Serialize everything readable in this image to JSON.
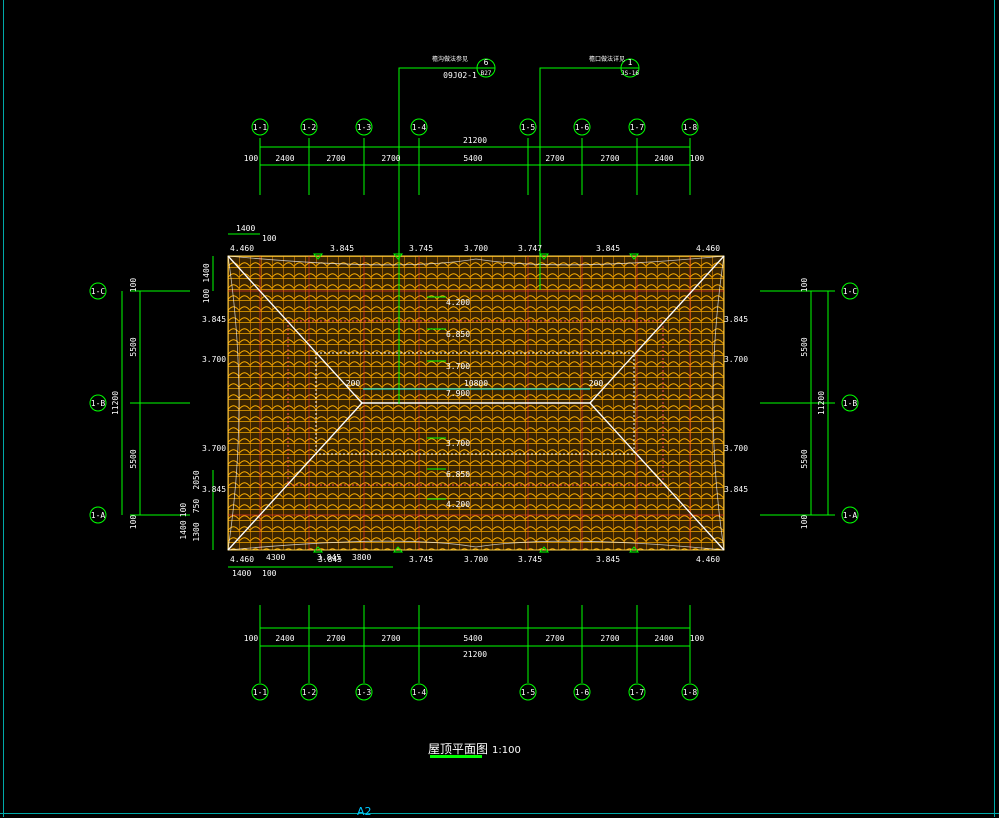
{
  "title": {
    "main": "屋顶平面图",
    "scale": "1:100"
  },
  "sheet_label": "A2",
  "colors": {
    "background": "#000000",
    "dimension": "#00ff00",
    "text": "#ffffff",
    "tile": "#ffb000",
    "ridge": "#ffffff",
    "gutter": "#ff3030",
    "frame": "#00a8a8"
  },
  "callouts": [
    {
      "text": "檐沟做法参见",
      "ref": "09J02-1",
      "detail": "6",
      "page": "B27"
    },
    {
      "text": "檐口做法详见",
      "ref": "",
      "detail": "1",
      "page": "JS-16"
    }
  ],
  "axes_top": [
    "1-1",
    "1-2",
    "1-3",
    "1-4",
    "1-5",
    "1-6",
    "1-7",
    "1-8"
  ],
  "axes_bottom": [
    "1-1",
    "1-2",
    "1-3",
    "1-4",
    "1-5",
    "1-6",
    "1-7",
    "1-8"
  ],
  "axes_left": [
    "1-C",
    "1-B",
    "1-A"
  ],
  "axes_right": [
    "1-C",
    "1-B",
    "1-A"
  ],
  "top_dims": {
    "segments": [
      "100",
      "2400",
      "2700",
      "2700",
      "5400",
      "2700",
      "2700",
      "2400",
      "100"
    ],
    "overall": "21200"
  },
  "bottom_dims": {
    "segments": [
      "100",
      "2400",
      "2700",
      "2700",
      "5400",
      "2700",
      "2700",
      "2400",
      "100"
    ],
    "overall": "21200"
  },
  "left_dims": {
    "overall": "11200",
    "segments": [
      "100",
      "5500",
      "5500",
      "100"
    ],
    "eave_top": [
      "1400",
      "100"
    ],
    "eave_bottom": [
      "2050",
      "750",
      "100",
      "1400",
      "1300"
    ]
  },
  "right_dims": {
    "overall": "11200",
    "segments": [
      "100",
      "5500",
      "5500",
      "100"
    ]
  },
  "eave_top_dims": [
    "1400",
    "100"
  ],
  "eave_bottom_dims": [
    "1400",
    "100",
    "4300",
    "3.845",
    "3800"
  ],
  "elevations_top": [
    "4.460",
    "3.845",
    "3.745",
    "3.700",
    "3.747",
    "3.845",
    "4.460"
  ],
  "elevations_bottom": [
    "4.460",
    "3.845",
    "3.745",
    "3.700",
    "3.745",
    "3.845",
    "4.460"
  ],
  "elevations_left": [
    "3.845",
    "3.700",
    "3.700",
    "3.845"
  ],
  "elevations_right": [
    "3.845",
    "3.700",
    "3.700",
    "3.845"
  ],
  "slope_labels": [
    "4.200",
    "6.850",
    "3.700",
    "7.900",
    "3.700",
    "6.850",
    "4.200"
  ],
  "ridge_dims": {
    "left": "200",
    "center": "10800",
    "right": "200"
  }
}
